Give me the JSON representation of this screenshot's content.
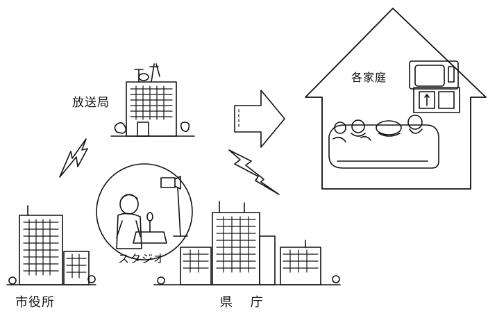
{
  "labels": {
    "broadcast_station": "放送局",
    "each_home": "各家庭",
    "studio": "スタジオ",
    "city_hall": "市役所",
    "prefectural_office": "県 庁"
  },
  "colors": {
    "ink": "#111111",
    "paper": "#ffffff"
  }
}
